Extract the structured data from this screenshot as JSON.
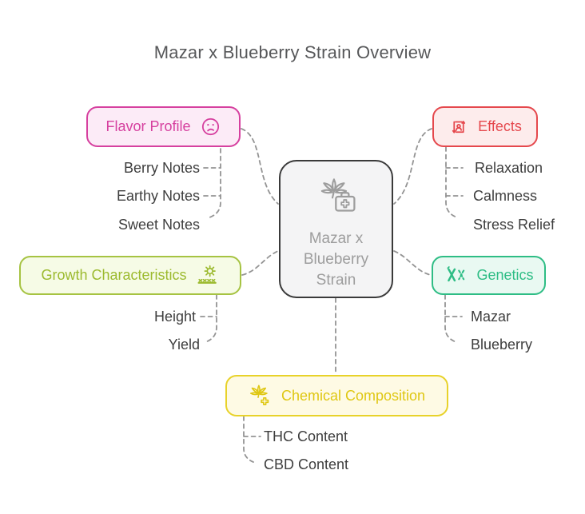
{
  "title": "Mazar x Blueberry Strain Overview",
  "center": {
    "label": "Mazar x Blueberry Strain",
    "lines": [
      "Mazar x",
      "Blueberry",
      "Strain"
    ],
    "icon": "cannabis-medkit-icon",
    "border_color": "#3a3a3a",
    "background": "#f4f4f5",
    "text_color": "#9d9d9d"
  },
  "categories": [
    {
      "id": "flavor-profile",
      "label": "Flavor Profile",
      "icon": "sad-face-icon",
      "accent_color": "#d6409f",
      "background": "#fcebf7",
      "children": [
        "Berry Notes",
        "Earthy Notes",
        "Sweet Notes"
      ]
    },
    {
      "id": "effects",
      "label": "Effects",
      "icon": "person-arrows-icon",
      "accent_color": "#e5484d",
      "background": "#fdecec",
      "children": [
        "Relaxation",
        "Calmness",
        "Stress Relief"
      ]
    },
    {
      "id": "growth-characteristics",
      "label": "Growth Characteristics",
      "icon": "sun-seedlings-icon",
      "accent_color": "#9cba2f",
      "background": "#f6fbe6",
      "children": [
        "Height",
        "Yield"
      ]
    },
    {
      "id": "genetics",
      "label": "Genetics",
      "icon": "chromosomes-icon",
      "accent_color": "#2ebd85",
      "background": "#e9f9f2",
      "children": [
        "Mazar",
        "Blueberry"
      ]
    },
    {
      "id": "chemical-composition",
      "label": "Chemical Composition",
      "icon": "cannabis-medical-icon",
      "accent_color": "#dfc713",
      "background": "#fefae4",
      "children": [
        "THC Content",
        "CBD Content"
      ]
    }
  ],
  "connector_color": "#949494",
  "title_color": "#57585a",
  "child_label_color": "#3e3e3e"
}
